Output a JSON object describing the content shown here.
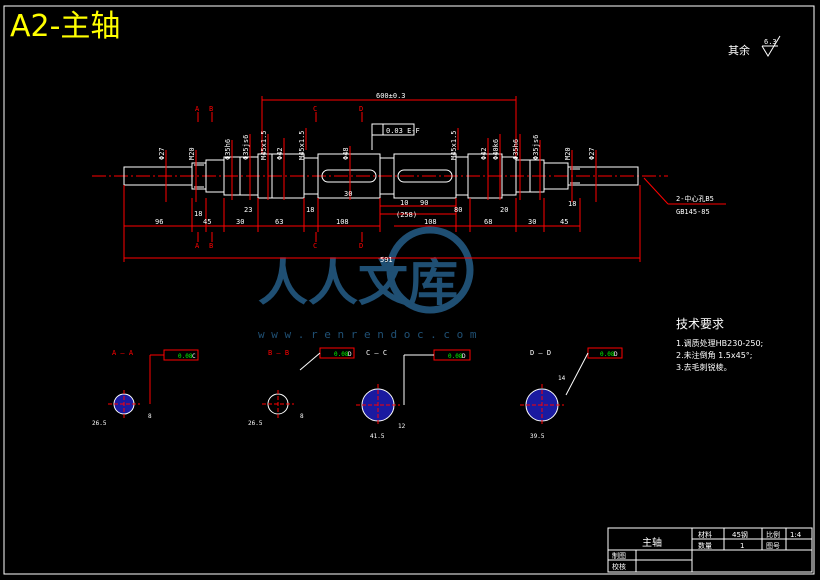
{
  "title": "A2-主轴",
  "roughness_rest": "其余",
  "roughness_value": "6.3",
  "dims": {
    "total_len": "591",
    "upper_len": "600±0.3",
    "d96": "96",
    "d45a": "45",
    "d30a": "30",
    "d63": "63",
    "d18a": "18",
    "d108a": "108",
    "d108b": "108",
    "d10": "10",
    "d90": "90",
    "d258": "(258)",
    "d80": "80",
    "d68": "68",
    "d20": "20",
    "d30b": "30",
    "d45b": "45",
    "d18b": "18",
    "d23": "23",
    "d30c": "30",
    "tol_top": "0.03 E-F",
    "center_hole_1": "2-中心孔B5",
    "center_hole_2": "GB145-85"
  },
  "diam_labels": [
    "Φ27",
    "M20",
    "Φ35h6",
    "Φ35js6",
    "M45x1.5",
    "Φ42",
    "M45x1.5",
    "Φ48",
    "M45x1.5",
    "Φ42",
    "Φ40k6",
    "Φ35h6",
    "Φ35js6",
    "M20",
    "Φ27"
  ],
  "sections": [
    {
      "label": "A — A",
      "tol": "0.08",
      "datum": "C",
      "dim_a": "26.5",
      "dim_b": "8"
    },
    {
      "label": "B — B",
      "tol": "0.08",
      "datum": "D",
      "dim_a": "26.5",
      "dim_b": "8"
    },
    {
      "label": "C — C",
      "tol": "0.08",
      "datum": "D",
      "dim_a": "41.5",
      "dim_b": "12"
    },
    {
      "label": "D — D",
      "tol": "0.08",
      "datum": "D",
      "dim_a": "39.5",
      "dim_b": "14"
    }
  ],
  "tech_req": {
    "heading": "技术要求",
    "items": [
      "1.调质处理HB230-250;",
      "2.未注倒角 1.5x45°;",
      "3.去毛刺锐棱。"
    ]
  },
  "title_block": {
    "part_name": "主轴",
    "material_label": "材料",
    "material_value": "45钢",
    "scale_label": "比例",
    "scale_value": "1:4",
    "qty_label": "数量",
    "qty_value": "1",
    "drawing_no_label": "图号",
    "drafter_label": "制图",
    "checker_label": "校核"
  },
  "watermark": {
    "text": "人人文库",
    "url": "w w w . r e n r e n d o c . c o m"
  },
  "colors": {
    "background": "#000000",
    "outline": "#ffffff",
    "dimension": "#ff0000",
    "centerline": "#ff0000",
    "title": "#ffff00",
    "section_fill": "#1a1aa0",
    "tolerance_value": "#00ff00",
    "watermark": "#2a6a9a"
  }
}
